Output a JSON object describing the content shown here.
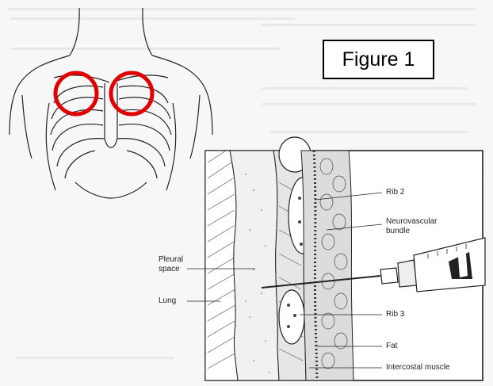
{
  "figure_label": "Figure 1",
  "labels": {
    "rib2": "Rib 2",
    "neurovascular_line1": "Neurovascular",
    "neurovascular_line2": "bundle",
    "pleural_line1": "Pleural",
    "pleural_line2": "space",
    "lung": "Lung",
    "rib3": "Rib 3",
    "fat": "Fat",
    "intercostal": "Intercostal muscle"
  },
  "colors": {
    "highlight_circle": "#e00000",
    "line_art": "#222222",
    "background": "#f7f7f7"
  },
  "icons": [
    "torso-outline",
    "syringe-needle"
  ]
}
